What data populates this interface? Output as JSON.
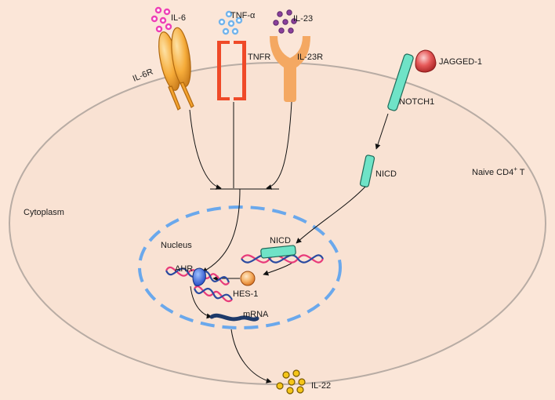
{
  "labels": {
    "il6": "IL-6",
    "tnf": "TNF-α",
    "il23": "IL-23",
    "il6r": "IL-6R",
    "tnfr": "TNFR",
    "il23r": "IL-23R",
    "jagged1": "JAGGED-1",
    "notch1": "NOTCH1",
    "nicd_cytoplasm": "NICD",
    "naive_cell_prefix": "Naive CD4",
    "naive_cell_sup": "+",
    "naive_cell_suffix": " T",
    "cytoplasm": "Cytoplasm",
    "nucleus": "Nucleus",
    "nicd_nucleus": "NICD",
    "ahr": "AHR",
    "hes1": "HES-1",
    "mrna": "mRNA",
    "il22": "IL-22"
  },
  "colors": {
    "background": "#fbe6d8",
    "cell_fill": "#f9e2d3",
    "cell_outline": "#b8aca4",
    "nucleus_dash": "#6aa8ec",
    "il6_dots": "#ee3fb6",
    "tnf_dots": "#72b4ec",
    "il23_dots": "#8a3f9c",
    "il6_receptor": "#f5a832",
    "tnf_receptor": "#ef4a28",
    "il23_receptor": "#f4a862",
    "notch_receptor": "#6fe3c7",
    "jagged_ligand": "#e14a4a",
    "ahr": "#2f5fd6",
    "hes1": "#f59a3a",
    "mrna": "#1e3a6a",
    "il22_dots": "#f5c518"
  }
}
